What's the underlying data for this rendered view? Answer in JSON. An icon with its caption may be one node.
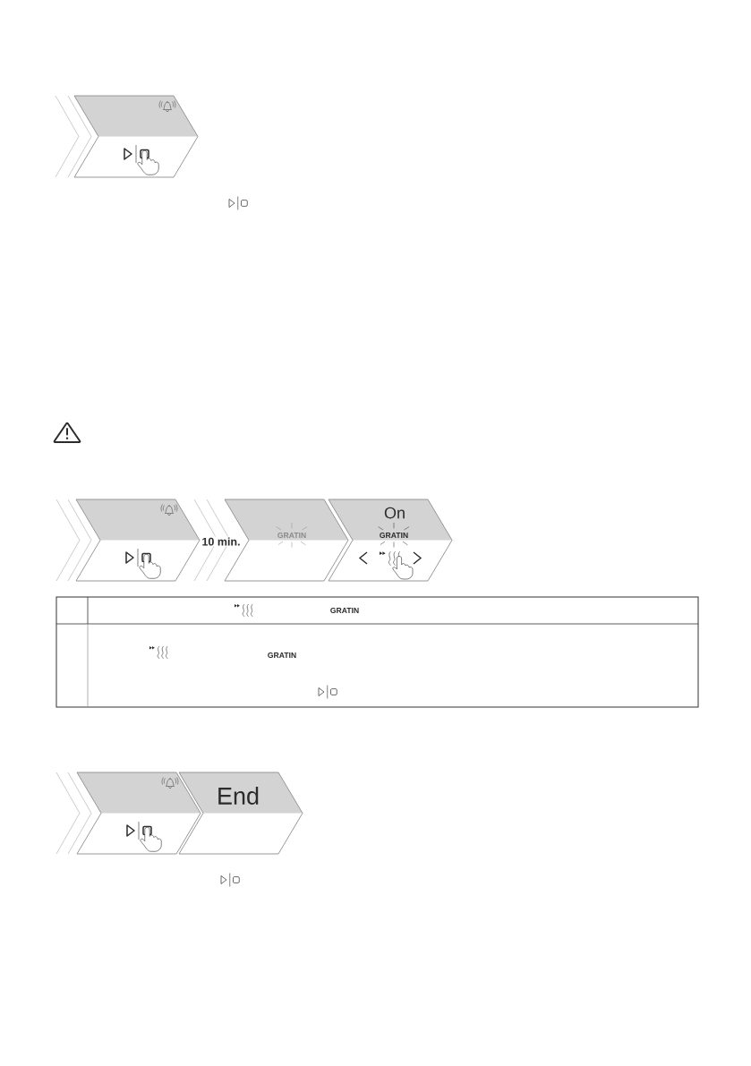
{
  "diagram": {
    "nodes": [
      {
        "text": [],
        "shape": "chevron"
      },
      {
        "text": [],
        "shape": "chevron"
      },
      {
        "text": [
          "GRATIN"
        ]
      },
      {
        "text": [
          "On",
          "GRATIN"
        ]
      },
      {
        "text": [],
        "shape": "chevron"
      },
      {
        "text": [
          "End"
        ]
      }
    ],
    "labels": [
      "10 min.",
      "GRATIN",
      "GRATIN"
    ]
  }
}
